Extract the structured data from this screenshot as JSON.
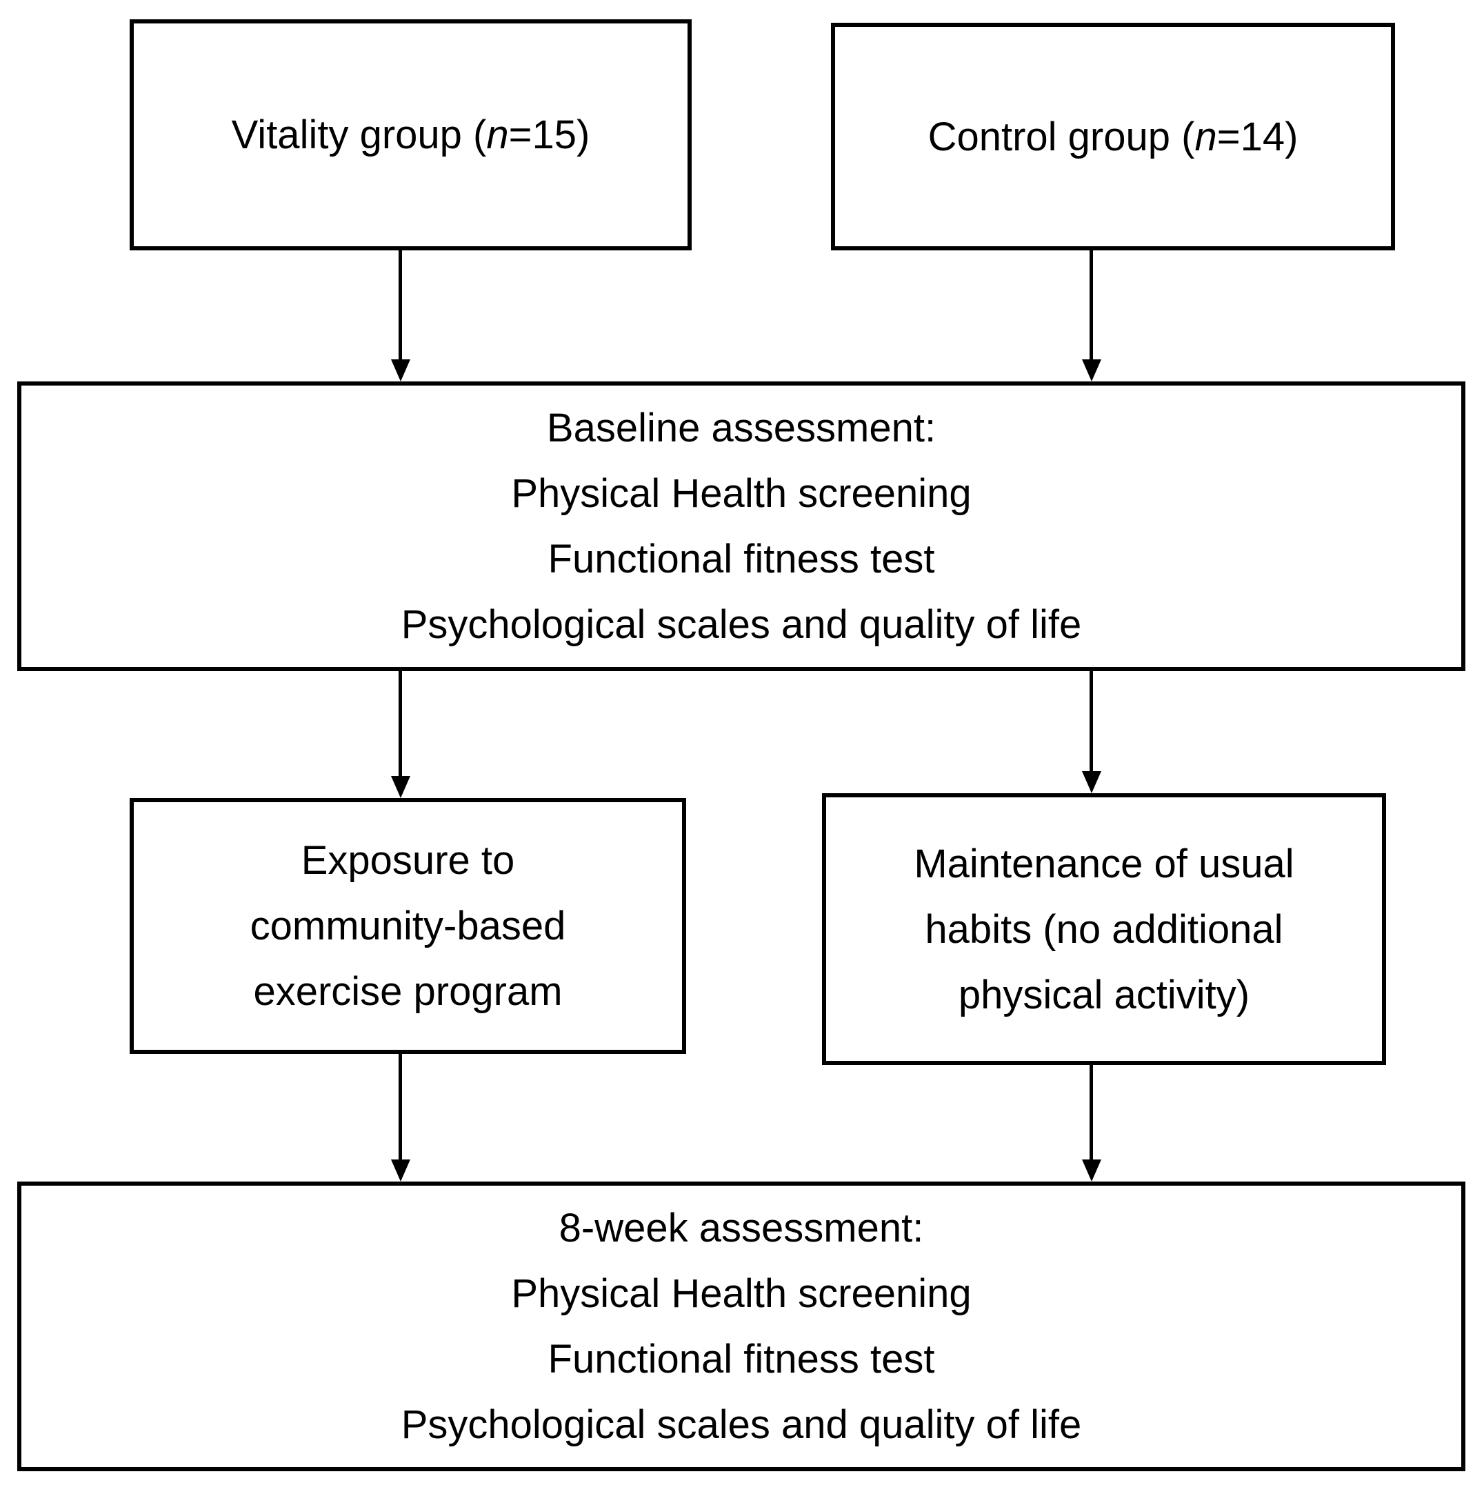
{
  "figure": {
    "type": "flowchart",
    "background_color": "#ffffff",
    "border_color": "#000000",
    "text_color": "#000000"
  },
  "boxes": {
    "vitality": {
      "prefix": "Vitality group (",
      "n": "n",
      "suffix": "=15)"
    },
    "control": {
      "prefix": "Control group (",
      "n": "n",
      "suffix": "=14)"
    },
    "baseline": {
      "lines": [
        "Baseline assessment:",
        "Physical Health screening",
        "Functional fitness test",
        "Psychological scales and quality of life"
      ]
    },
    "exposure": {
      "lines": [
        "Exposure to",
        "community-based",
        "exercise program"
      ]
    },
    "maintenance": {
      "lines": [
        "Maintenance of usual",
        "habits (no additional",
        "physical activity)"
      ]
    },
    "week8": {
      "lines": [
        "8-week assessment:",
        "Physical Health screening",
        "Functional fitness test",
        "Psychological scales and quality of life"
      ]
    }
  },
  "arrows": [
    {
      "from": "vitality",
      "to": "baseline"
    },
    {
      "from": "control",
      "to": "baseline"
    },
    {
      "from": "baseline",
      "to": "exposure"
    },
    {
      "from": "baseline",
      "to": "maintenance"
    },
    {
      "from": "exposure",
      "to": "week8"
    },
    {
      "from": "maintenance",
      "to": "week8"
    }
  ]
}
